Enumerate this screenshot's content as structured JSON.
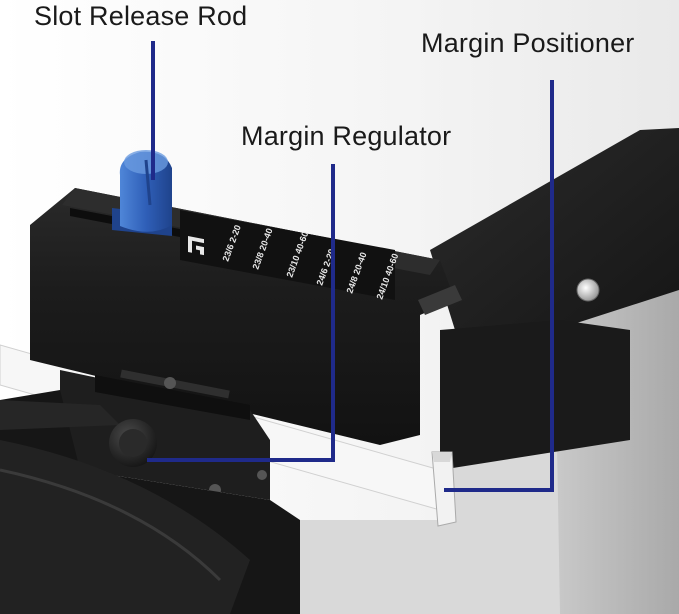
{
  "labels": {
    "slot_release_rod": "Slot Release Rod",
    "margin_regulator": "Margin Regulator",
    "margin_positioner": "Margin Positioner"
  },
  "scale": {
    "rows": [
      {
        "pitch": "23/6",
        "range": "2-20"
      },
      {
        "pitch": "23/8",
        "range": "20-40"
      },
      {
        "pitch": "23/10",
        "range": "40-60"
      },
      {
        "pitch": "24/6",
        "range": "2-20"
      },
      {
        "pitch": "24/8",
        "range": "20-40"
      },
      {
        "pitch": "24/10",
        "range": "40-60"
      }
    ]
  },
  "colors": {
    "callout_line": "#1f2a8a",
    "rod_blue": "#2f5fb8",
    "body_black": "#1b1b1b",
    "background": "#ffffff"
  },
  "icons": {
    "brand_mark": "brand-logo-icon"
  }
}
